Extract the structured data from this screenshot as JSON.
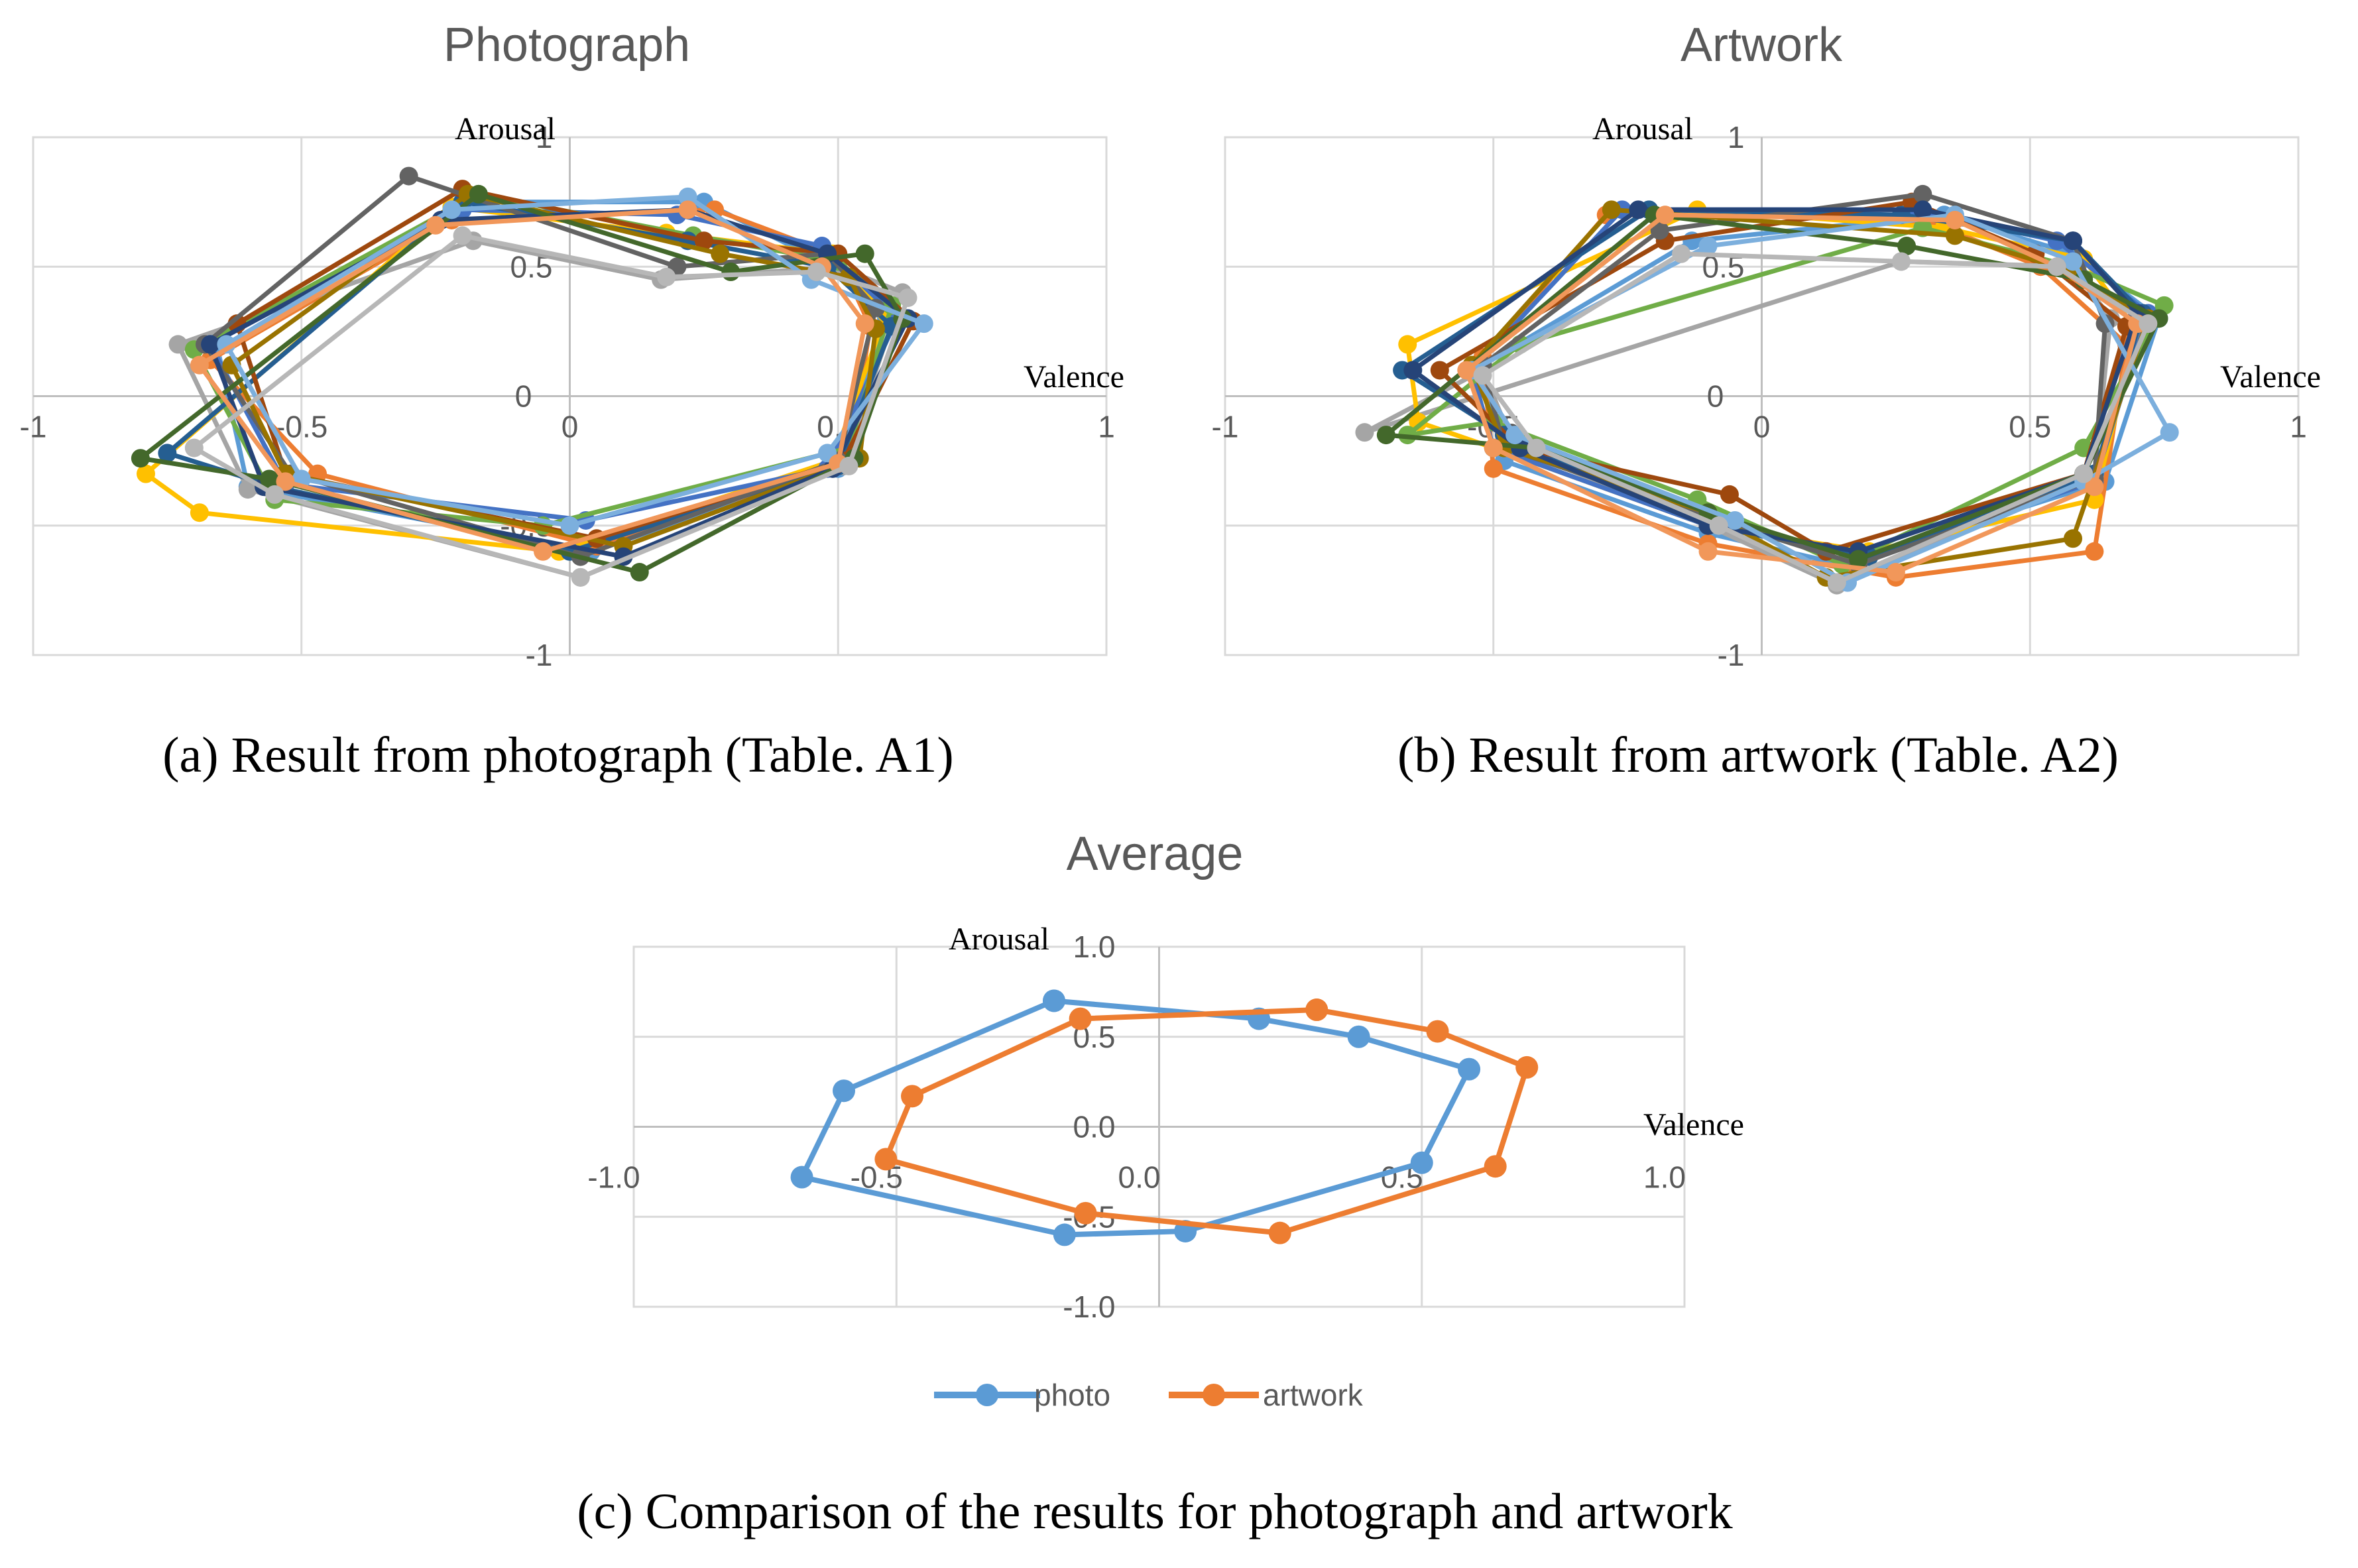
{
  "chart_data": [
    {
      "type": "line",
      "title": "Photograph",
      "xlabel": "Valence",
      "ylabel": "Arousal",
      "xlim": [
        -1,
        1
      ],
      "ylim": [
        -1,
        1
      ],
      "xticks": [
        "-1",
        "-0.5",
        "0",
        "0.5",
        "1"
      ],
      "yticks": [
        "-1",
        "-0.5",
        "0",
        "0.5",
        "1"
      ],
      "grid": true,
      "legend": "none",
      "caption": "(a) Result from photograph (Table. A1)",
      "colors": [
        "#5b9bd5",
        "#ed7d31",
        "#a5a5a5",
        "#ffc000",
        "#4472c4",
        "#70ad47",
        "#255e91",
        "#9e480e",
        "#636363",
        "#997300",
        "#264478",
        "#43682b",
        "#7cafdd",
        "#f1975a",
        "#b7b7b7"
      ],
      "series": [
        {
          "x": [
            0.25,
            0.47,
            0.59,
            0.5,
            0.04,
            -0.6,
            -0.66,
            -0.17
          ],
          "y": [
            0.75,
            0.52,
            0.3,
            -0.28,
            -0.6,
            -0.35,
            0.22,
            0.75
          ]
        },
        {
          "x": [
            0.27,
            0.5,
            0.56,
            0.52,
            0.05,
            -0.47,
            -0.67,
            -0.22
          ],
          "y": [
            0.72,
            0.54,
            0.27,
            -0.25,
            -0.58,
            -0.3,
            0.14,
            0.68
          ]
        },
        {
          "x": [
            0.17,
            0.5,
            0.62,
            0.51,
            0.02,
            -0.6,
            -0.73,
            -0.18
          ],
          "y": [
            0.45,
            0.5,
            0.4,
            -0.27,
            -0.7,
            -0.36,
            0.2,
            0.6
          ]
        },
        {
          "x": [
            0.18,
            0.49,
            0.59,
            0.49,
            -0.02,
            -0.69,
            -0.79,
            -0.22
          ],
          "y": [
            0.63,
            0.55,
            0.32,
            -0.25,
            -0.6,
            -0.45,
            -0.3,
            0.73
          ]
        },
        {
          "x": [
            0.2,
            0.47,
            0.61,
            0.48,
            0.03,
            -0.53,
            -0.67,
            -0.2
          ],
          "y": [
            0.7,
            0.58,
            0.3,
            -0.28,
            -0.48,
            -0.34,
            0.2,
            0.72
          ]
        },
        {
          "x": [
            0.23,
            0.5,
            0.6,
            0.52,
            -0.05,
            -0.55,
            -0.7,
            -0.17
          ],
          "y": [
            0.62,
            0.52,
            0.35,
            -0.2,
            -0.5,
            -0.4,
            0.18,
            0.78
          ]
        },
        {
          "x": [
            0.22,
            0.48,
            0.6,
            0.5,
            0.0,
            -0.55,
            -0.75,
            -0.2
          ],
          "y": [
            0.6,
            0.5,
            0.27,
            -0.27,
            -0.6,
            -0.35,
            -0.22,
            0.75
          ]
        },
        {
          "x": [
            0.25,
            0.5,
            0.64,
            0.51,
            0.05,
            -0.53,
            -0.62,
            -0.2
          ],
          "y": [
            0.6,
            0.55,
            0.29,
            -0.25,
            -0.55,
            -0.3,
            0.28,
            0.8
          ]
        },
        {
          "x": [
            0.2,
            0.48,
            0.57,
            0.5,
            0.02,
            -0.52,
            -0.68,
            -0.3
          ],
          "y": [
            0.5,
            0.55,
            0.34,
            -0.25,
            -0.62,
            -0.3,
            0.2,
            0.85
          ]
        },
        {
          "x": [
            0.28,
            0.52,
            0.57,
            0.54,
            0.1,
            -0.53,
            -0.63,
            -0.19
          ],
          "y": [
            0.55,
            0.46,
            0.26,
            -0.24,
            -0.58,
            -0.3,
            0.12,
            0.78
          ]
        },
        {
          "x": [
            0.22,
            0.48,
            0.63,
            0.49,
            0.1,
            -0.57,
            -0.67,
            -0.24
          ],
          "y": [
            0.72,
            0.55,
            0.3,
            -0.28,
            -0.62,
            -0.35,
            0.2,
            0.68
          ]
        },
        {
          "x": [
            0.3,
            0.55,
            0.62,
            0.53,
            0.13,
            -0.56,
            -0.8,
            -0.17
          ],
          "y": [
            0.48,
            0.55,
            0.3,
            -0.24,
            -0.68,
            -0.32,
            -0.24,
            0.78
          ]
        },
        {
          "x": [
            0.22,
            0.45,
            0.66,
            0.48,
            0.0,
            -0.5,
            -0.64,
            -0.22
          ],
          "y": [
            0.77,
            0.45,
            0.28,
            -0.22,
            -0.5,
            -0.32,
            0.2,
            0.72
          ]
        },
        {
          "x": [
            0.22,
            0.47,
            0.55,
            0.5,
            -0.05,
            -0.53,
            -0.69,
            -0.25
          ],
          "y": [
            0.72,
            0.5,
            0.28,
            -0.26,
            -0.6,
            -0.33,
            0.12,
            0.66
          ]
        },
        {
          "x": [
            0.18,
            0.46,
            0.63,
            0.52,
            0.02,
            -0.55,
            -0.7,
            -0.2
          ],
          "y": [
            0.46,
            0.48,
            0.38,
            -0.27,
            -0.7,
            -0.38,
            -0.2,
            0.62
          ]
        }
      ]
    },
    {
      "type": "line",
      "title": "Artwork",
      "xlabel": "Valence",
      "ylabel": "Arousal",
      "xlim": [
        -1,
        1
      ],
      "ylim": [
        -1,
        1
      ],
      "xticks": [
        "-1",
        "-0.5",
        "0",
        "0.5",
        "1"
      ],
      "yticks": [
        "-1",
        "-0.5",
        "0",
        "0.5",
        "1"
      ],
      "grid": true,
      "legend": "none",
      "caption": "(b) Result from artwork (Table. A2)",
      "colors": [
        "#5b9bd5",
        "#ed7d31",
        "#a5a5a5",
        "#ffc000",
        "#4472c4",
        "#70ad47",
        "#255e91",
        "#9e480e",
        "#636363",
        "#997300",
        "#264478",
        "#43682b",
        "#7cafdd",
        "#f1975a",
        "#b7b7b7"
      ],
      "series": [
        {
          "x": [
            0.34,
            0.58,
            0.74,
            0.64,
            0.15,
            -0.1,
            -0.48,
            -0.52,
            -0.13
          ],
          "y": [
            0.7,
            0.55,
            0.3,
            -0.33,
            -0.65,
            -0.53,
            -0.25,
            0.12,
            0.6
          ]
        },
        {
          "x": [
            0.28,
            0.52,
            0.68,
            0.62,
            0.25,
            -0.1,
            -0.5,
            -0.52,
            -0.29
          ],
          "y": [
            0.7,
            0.5,
            0.2,
            -0.6,
            -0.7,
            -0.57,
            -0.28,
            0.15,
            0.7
          ]
        },
        {
          "x": [
            0.26,
            0.58,
            0.65,
            0.62,
            0.14,
            -0.1,
            -0.46,
            -0.52,
            -0.74
          ],
          "y": [
            0.52,
            0.5,
            0.3,
            -0.3,
            -0.73,
            -0.5,
            -0.2,
            0.1,
            -0.14
          ]
        },
        {
          "x": [
            0.34,
            0.6,
            0.7,
            0.62,
            0.2,
            -0.1,
            -0.5,
            -0.64,
            -0.66,
            -0.12
          ],
          "y": [
            0.65,
            0.53,
            0.25,
            -0.4,
            -0.6,
            -0.5,
            -0.2,
            -0.1,
            0.2,
            0.72
          ]
        },
        {
          "x": [
            0.28,
            0.55,
            0.72,
            0.62,
            0.2,
            -0.1,
            -0.5,
            -0.54,
            -0.26
          ],
          "y": [
            0.72,
            0.6,
            0.32,
            -0.33,
            -0.62,
            -0.5,
            -0.2,
            0.1,
            0.72
          ]
        },
        {
          "x": [
            0.3,
            0.58,
            0.75,
            0.6,
            0.15,
            -0.12,
            -0.5,
            -0.66,
            -0.45
          ],
          "y": [
            0.65,
            0.5,
            0.35,
            -0.2,
            -0.65,
            -0.4,
            -0.1,
            -0.15,
            0.2
          ]
        },
        {
          "x": [
            0.26,
            0.58,
            0.71,
            0.62,
            0.2,
            -0.1,
            -0.48,
            -0.67,
            -0.21
          ],
          "y": [
            0.7,
            0.6,
            0.32,
            -0.3,
            -0.62,
            -0.5,
            -0.15,
            0.1,
            0.72
          ]
        },
        {
          "x": [
            0.28,
            0.51,
            0.68,
            0.6,
            0.12,
            -0.06,
            -0.45,
            -0.6,
            -0.18
          ],
          "y": [
            0.75,
            0.55,
            0.27,
            -0.3,
            -0.6,
            -0.38,
            -0.2,
            0.1,
            0.6
          ]
        },
        {
          "x": [
            0.3,
            0.58,
            0.64,
            0.62,
            0.18,
            -0.05,
            -0.48,
            -0.52,
            -0.19
          ],
          "y": [
            0.78,
            0.6,
            0.28,
            -0.32,
            -0.65,
            -0.5,
            -0.2,
            0.12,
            0.64
          ]
        },
        {
          "x": [
            0.36,
            0.58,
            0.72,
            0.58,
            0.12,
            -0.1,
            -0.48,
            -0.54,
            -0.28
          ],
          "y": [
            0.62,
            0.48,
            0.3,
            -0.55,
            -0.7,
            -0.45,
            -0.2,
            0.12,
            0.72
          ]
        },
        {
          "x": [
            0.3,
            0.58,
            0.7,
            0.6,
            0.18,
            -0.1,
            -0.45,
            -0.65,
            -0.23
          ],
          "y": [
            0.72,
            0.6,
            0.32,
            -0.3,
            -0.6,
            -0.5,
            -0.2,
            0.1,
            0.72
          ]
        },
        {
          "x": [
            0.27,
            0.6,
            0.74,
            0.6,
            0.18,
            -0.1,
            -0.42,
            -0.7,
            -0.2
          ],
          "y": [
            0.58,
            0.45,
            0.3,
            -0.3,
            -0.63,
            -0.45,
            -0.2,
            -0.15,
            0.7
          ]
        },
        {
          "x": [
            0.36,
            0.58,
            0.76,
            0.6,
            0.16,
            -0.05,
            -0.46,
            -0.54,
            -0.1
          ],
          "y": [
            0.7,
            0.52,
            -0.14,
            -0.33,
            -0.72,
            -0.48,
            -0.15,
            0.1,
            0.58
          ]
        },
        {
          "x": [
            0.36,
            0.55,
            0.7,
            0.62,
            0.25,
            -0.1,
            -0.5,
            -0.55,
            -0.18
          ],
          "y": [
            0.68,
            0.5,
            0.28,
            -0.35,
            -0.68,
            -0.6,
            -0.2,
            0.1,
            0.7
          ]
        },
        {
          "x": [
            0.26,
            0.55,
            0.72,
            0.6,
            0.14,
            -0.08,
            -0.42,
            -0.52,
            -0.15
          ],
          "y": [
            0.52,
            0.5,
            0.28,
            -0.3,
            -0.72,
            -0.5,
            -0.2,
            0.08,
            0.55
          ]
        }
      ]
    },
    {
      "type": "line",
      "title": "Average",
      "xlabel": "Valence",
      "ylabel": "Arousal",
      "xlim": [
        -1,
        1
      ],
      "ylim": [
        -1,
        1
      ],
      "xticks": [
        "-1.0",
        "-0.5",
        "0.0",
        "0.5",
        "1.0"
      ],
      "yticks": [
        "-1.0",
        "-0.5",
        "0.0",
        "0.5",
        "1.0"
      ],
      "grid": true,
      "legend": "bottom",
      "caption": "(c) Comparison of the results for photograph and artwork",
      "series": [
        {
          "name": "photo",
          "color": "#5b9bd5",
          "x": [
            -0.2,
            0.19,
            0.38,
            0.59,
            0.5,
            0.05,
            -0.18,
            -0.68,
            -0.6,
            -0.2
          ],
          "y": [
            0.7,
            0.6,
            0.5,
            0.32,
            -0.2,
            -0.58,
            -0.6,
            -0.28,
            0.2,
            0.7
          ]
        },
        {
          "name": "artwork",
          "color": "#ed7d31",
          "x": [
            0.3,
            0.53,
            0.7,
            0.64,
            0.23,
            -0.14,
            -0.52,
            -0.47,
            -0.15,
            0.3
          ],
          "y": [
            0.65,
            0.53,
            0.33,
            -0.22,
            -0.59,
            -0.48,
            -0.18,
            0.17,
            0.6,
            0.65
          ]
        }
      ]
    }
  ]
}
